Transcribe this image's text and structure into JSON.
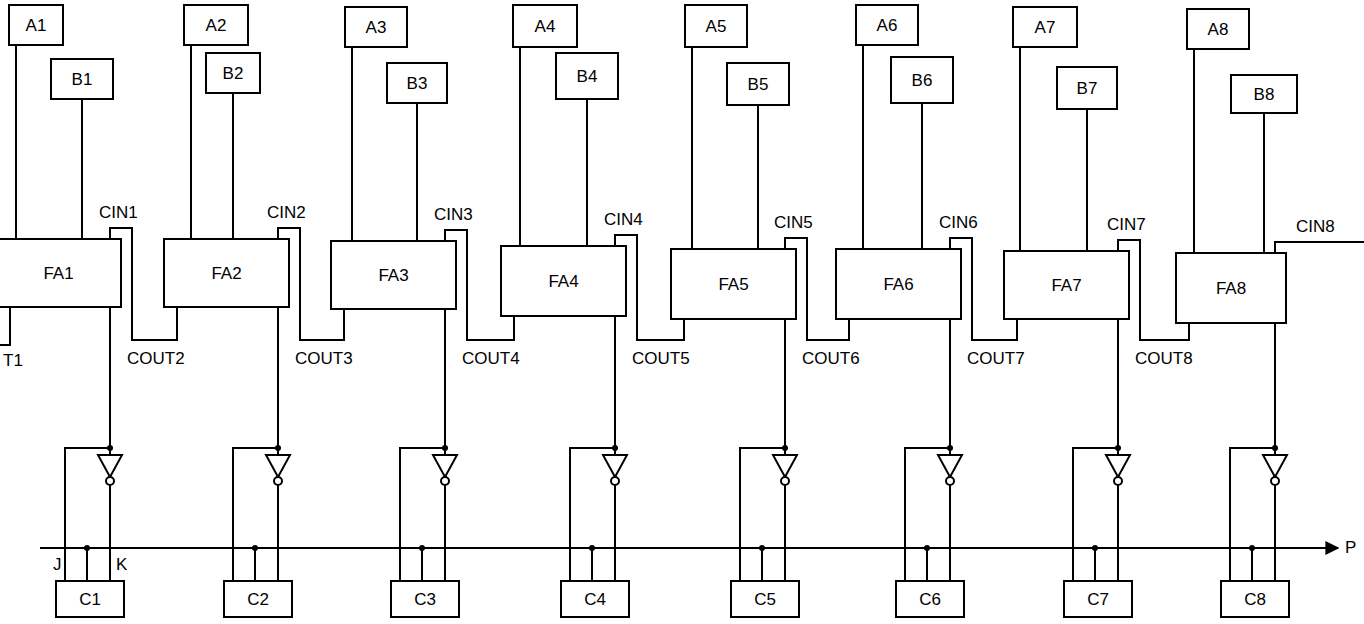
{
  "diagram": {
    "nodes": [
      {
        "text": [
          "A1"
        ]
      },
      {
        "text": [
          "A2"
        ]
      },
      {
        "text": [
          "A3"
        ]
      },
      {
        "text": [
          "A4"
        ]
      },
      {
        "text": [
          "A5"
        ]
      },
      {
        "text": [
          "A6"
        ]
      },
      {
        "text": [
          "A7"
        ]
      },
      {
        "text": [
          "A8"
        ]
      },
      {
        "text": [
          "B1"
        ]
      },
      {
        "text": [
          "B2"
        ]
      },
      {
        "text": [
          "B3"
        ]
      },
      {
        "text": [
          "B4"
        ]
      },
      {
        "text": [
          "B5"
        ]
      },
      {
        "text": [
          "B6"
        ]
      },
      {
        "text": [
          "B7"
        ]
      },
      {
        "text": [
          "B8"
        ]
      },
      {
        "text": [
          "FA1"
        ]
      },
      {
        "text": [
          "FA2"
        ]
      },
      {
        "text": [
          "FA3"
        ]
      },
      {
        "text": [
          "FA4"
        ]
      },
      {
        "text": [
          "FA5"
        ]
      },
      {
        "text": [
          "FA6"
        ]
      },
      {
        "text": [
          "FA7"
        ]
      },
      {
        "text": [
          "FA8"
        ]
      },
      {
        "text": [
          "C1"
        ]
      },
      {
        "text": [
          "C2"
        ]
      },
      {
        "text": [
          "C3"
        ]
      },
      {
        "text": [
          "C4"
        ]
      },
      {
        "text": [
          "C5"
        ]
      },
      {
        "text": [
          "C6"
        ]
      },
      {
        "text": [
          "C7"
        ]
      },
      {
        "text": [
          "C8"
        ]
      }
    ],
    "edges": [
      {
        "from": 0,
        "to": 16,
        "arrow": "none"
      },
      {
        "from": 8,
        "to": 16,
        "arrow": "none"
      },
      {
        "from": 16,
        "to": 24,
        "arrow": "none"
      },
      {
        "from": 16,
        "to": 17,
        "arrow": "none"
      },
      {
        "from": 1,
        "to": 17,
        "arrow": "none"
      },
      {
        "from": 9,
        "to": 17,
        "arrow": "none"
      },
      {
        "from": 17,
        "to": 25,
        "arrow": "none"
      },
      {
        "from": 17,
        "to": 18,
        "arrow": "none"
      },
      {
        "from": 2,
        "to": 18,
        "arrow": "none"
      },
      {
        "from": 10,
        "to": 18,
        "arrow": "none"
      },
      {
        "from": 18,
        "to": 26,
        "arrow": "none"
      },
      {
        "from": 18,
        "to": 19,
        "arrow": "none"
      },
      {
        "from": 3,
        "to": 19,
        "arrow": "none"
      },
      {
        "from": 11,
        "to": 19,
        "arrow": "none"
      },
      {
        "from": 19,
        "to": 27,
        "arrow": "none"
      },
      {
        "from": 19,
        "to": 20,
        "arrow": "none"
      },
      {
        "from": 4,
        "to": 20,
        "arrow": "none"
      },
      {
        "from": 12,
        "to": 20,
        "arrow": "none"
      },
      {
        "from": 20,
        "to": 28,
        "arrow": "none"
      },
      {
        "from": 20,
        "to": 21,
        "arrow": "none"
      },
      {
        "from": 5,
        "to": 21,
        "arrow": "none"
      },
      {
        "from": 13,
        "to": 21,
        "arrow": "none"
      },
      {
        "from": 21,
        "to": 29,
        "arrow": "none"
      },
      {
        "from": 21,
        "to": 22,
        "arrow": "none"
      },
      {
        "from": 6,
        "to": 22,
        "arrow": "none"
      },
      {
        "from": 14,
        "to": 22,
        "arrow": "none"
      },
      {
        "from": 22,
        "to": 30,
        "arrow": "none"
      },
      {
        "from": 22,
        "to": 23,
        "arrow": "none"
      },
      {
        "from": 7,
        "to": 23,
        "arrow": "none"
      },
      {
        "from": 15,
        "to": 23,
        "arrow": "none"
      },
      {
        "from": 23,
        "to": 31,
        "arrow": "none"
      }
    ],
    "labels": [
      "CIN1",
      "CIN2",
      "CIN3",
      "CIN4",
      "CIN5",
      "CIN6",
      "CIN7",
      "CIN8",
      "T1",
      "COUT2",
      "COUT3",
      "COUT4",
      "COUT5",
      "COUT6",
      "COUT7",
      "COUT8",
      "J",
      "K",
      "P"
    ]
  }
}
